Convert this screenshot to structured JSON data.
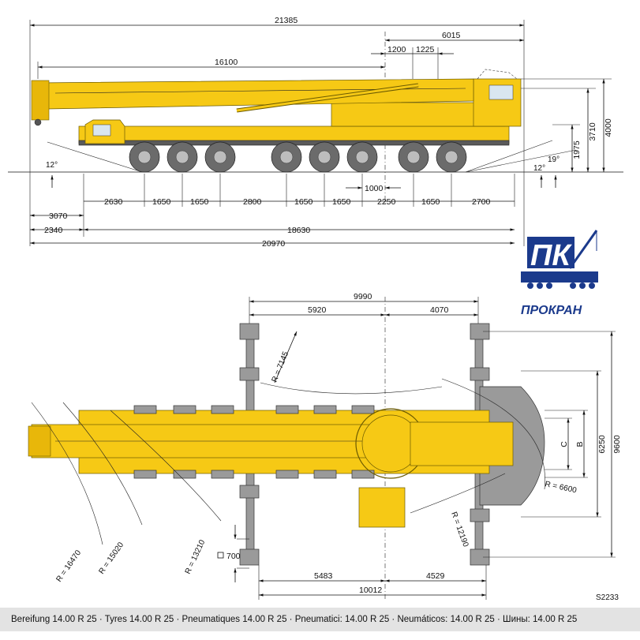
{
  "side_view": {
    "dims_top": {
      "overall_length": "21385",
      "boom_length": "16100",
      "rear_overhang_a": "6015",
      "rear_a": "1200",
      "rear_b": "1225"
    },
    "dims_right": {
      "height_total": "4000",
      "height_cab": "3710",
      "height_chassis": "1975"
    },
    "angles": {
      "front_approach": "12°",
      "rear_departure_a": "19°",
      "rear_departure_b": "12°"
    },
    "axle_spacing": [
      "2630",
      "1650",
      "1650",
      "2800",
      "1650",
      "1650",
      "2250",
      "1650",
      "2700"
    ],
    "center_mark": "1000",
    "dims_bottom": {
      "front_a": "3070",
      "front_b": "2340",
      "wheelbase": "18630",
      "chassis_length": "20970"
    }
  },
  "top_view": {
    "outrigger_span_total": "9990",
    "outrigger_span_front": "5920",
    "outrigger_span_rear": "4070",
    "outrigger_base_total": "10012",
    "outrigger_base_front": "5483",
    "outrigger_base_rear": "4529",
    "width_total": "9600",
    "width_inner": "6250",
    "width_b": "B",
    "width_c": "C",
    "pad_size": "700",
    "radii": {
      "r1": "R = 7145",
      "r2": "R = 16470",
      "r3": "R = 15020",
      "r4": "R = 13210",
      "r5": "R = 6600",
      "r6": "R = 12190"
    },
    "drawing_code": "S2233"
  },
  "logo": {
    "letters": "ПК",
    "name": "ПРОКРАН",
    "colors": {
      "primary": "#1b3a8c",
      "accent": "#2a4fb0"
    }
  },
  "footer": {
    "tyres": "Bereifung 14.00 R 25 · Tyres 14.00 R 25 · Pneumatiques 14.00 R 25 · Pneumatici: 14.00 R 25 · Neumáticos: 14.00 R 25 · Шины: 14.00 R 25"
  },
  "colors": {
    "crane_yellow": "#f6c915",
    "counterweight_grey": "#9a9a9a"
  }
}
